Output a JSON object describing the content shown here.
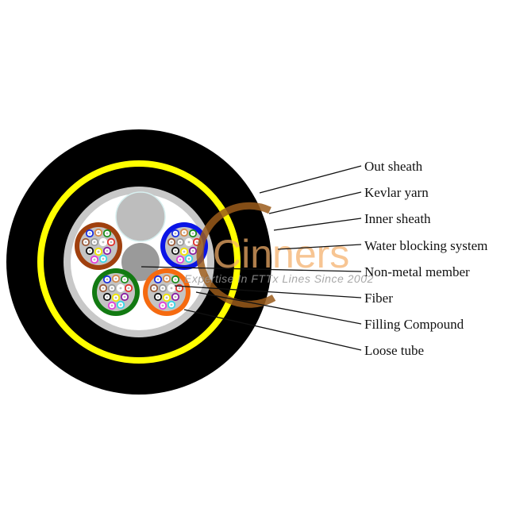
{
  "diagram": {
    "title": "ADSS fiber optic cable cross-section",
    "labels": [
      {
        "id": "out-sheath",
        "text": "Out sheath"
      },
      {
        "id": "kevlar-yarn",
        "text": "Kevlar yarn"
      },
      {
        "id": "inner-sheath",
        "text": "Inner sheath"
      },
      {
        "id": "water-blocking-system",
        "text": "Water blocking system"
      },
      {
        "id": "non-metal-member",
        "text": "Non-metal member"
      },
      {
        "id": "fiber",
        "text": "Fiber"
      },
      {
        "id": "filling-compound",
        "text": "Filling Compound"
      },
      {
        "id": "loose-tube",
        "text": "Loose tube"
      }
    ],
    "loose_tubes": [
      {
        "name": "brown",
        "color": "#a0400e"
      },
      {
        "name": "blue",
        "color": "#0a14e6"
      },
      {
        "name": "green",
        "color": "#127a12"
      },
      {
        "name": "orange",
        "color": "#f56a10"
      }
    ],
    "filler_rod": {
      "color": "#bdbdbd"
    },
    "fiber_colors": [
      "#1a2ee0",
      "#d4884a",
      "#1c8c1c",
      "#9a5a3a",
      "#9a9a9a",
      "#ffffff",
      "#e0302a",
      "#111111",
      "#f2e600",
      "#8a1ea0",
      "#e040d8",
      "#38d8e8"
    ],
    "colors": {
      "outer_sheath": "#000000",
      "kevlar": "#ffff00",
      "inner_sheath": "#000000",
      "water_blocking": "#c8c8c8",
      "filling": "#ffffff",
      "central_member": "#9a9a9a",
      "tube_interior": "#c4c4c4"
    }
  },
  "watermark": {
    "brand": "Cinners",
    "tagline": "Expertise In FTTx Lines Since 2002",
    "color": "#f5b06a"
  }
}
